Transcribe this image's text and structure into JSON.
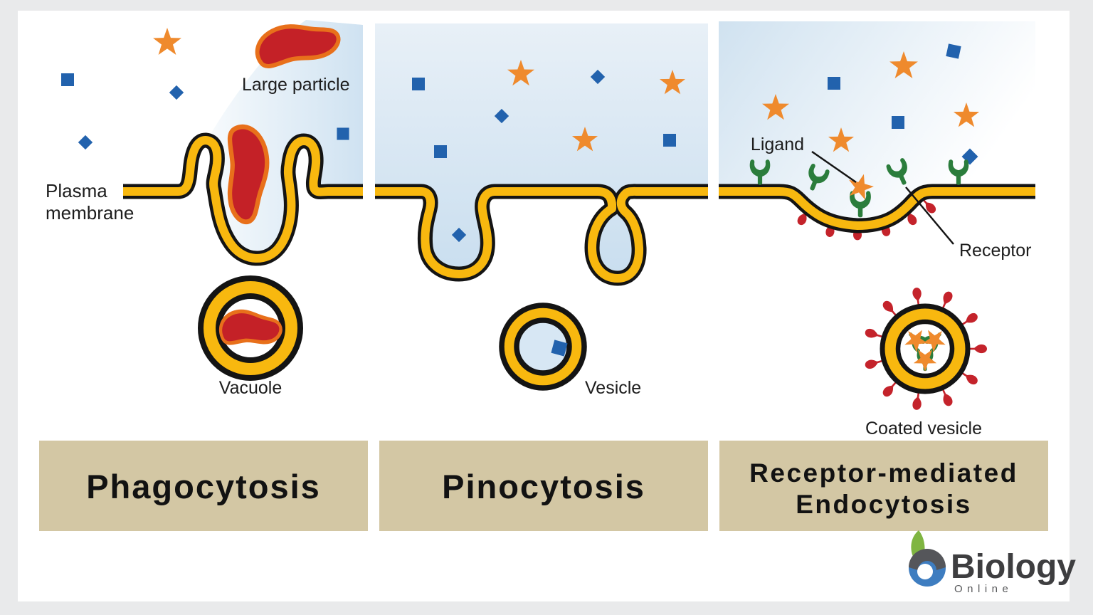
{
  "panels": [
    {
      "id": "phagocytosis",
      "title": "Phagocytosis",
      "labels": {
        "large_particle": "Large particle",
        "plasma_line1": "Plasma",
        "plasma_line2": "membrane",
        "vacuole": "Vacuole"
      }
    },
    {
      "id": "pinocytosis",
      "title": "Pinocytosis",
      "labels": {
        "vesicle": "Vesicle"
      }
    },
    {
      "id": "receptor_mediated_endocytosis",
      "title_line1": "Receptor-mediated",
      "title_line2": "Endocytosis",
      "labels": {
        "ligand": "Ligand",
        "receptor": "Receptor",
        "coated_vesicle": "Coated vesicle"
      }
    }
  ],
  "logo": {
    "brand": "Biology",
    "tagline": "Online"
  },
  "colors": {
    "membrane_yellow": "#F8B80F",
    "outline_black": "#141414",
    "particle_red": "#C42127",
    "particle_red_outline": "#E8701B",
    "solute_blue": "#2262AD",
    "ligand_orange": "#EF8A2D",
    "receptor_green": "#2B7D3C",
    "pin_red": "#C4232B",
    "fluid_blue": "#D0E2F0",
    "title_box_tan": "#D3C7A4",
    "frame_gray": "#E9EAEB",
    "logo_blue": "#3E7DC0",
    "logo_dark": "#55565A",
    "logo_green": "#7FB541"
  }
}
